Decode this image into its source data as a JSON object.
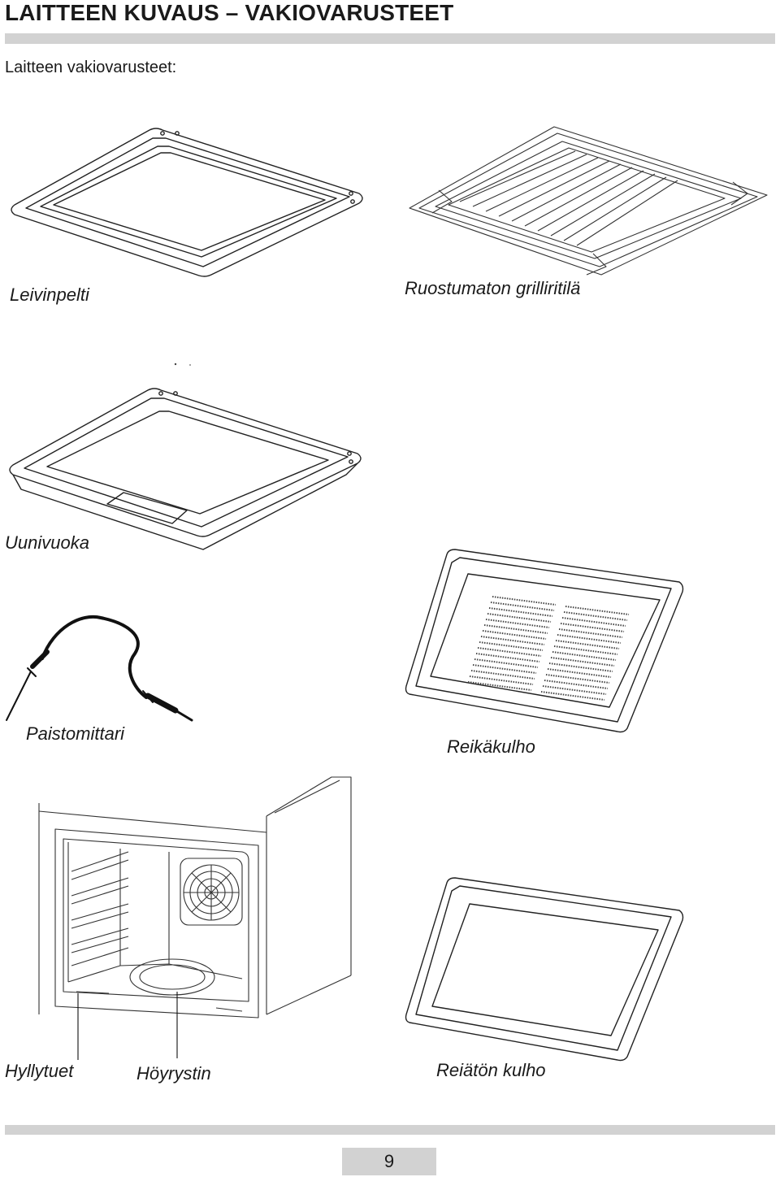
{
  "header": {
    "title": "LAITTEEN KUVAUS – VAKIOVARUSTEET",
    "subtitle": "Laitteen vakiovarusteet:"
  },
  "items": {
    "baking_tray": "Leivinpelti",
    "grill_rack": "Ruostumaton grilliritilä",
    "roasting_pan": "Uunivuoka",
    "meat_probe": "Paistomittari",
    "perforated_tray": "Reikäkulho",
    "shelf_supports": "Hyllytuet",
    "steam_generator": "Höyrystin",
    "solid_tray": "Reiätön kulho"
  },
  "footer": {
    "page_number": "9"
  }
}
